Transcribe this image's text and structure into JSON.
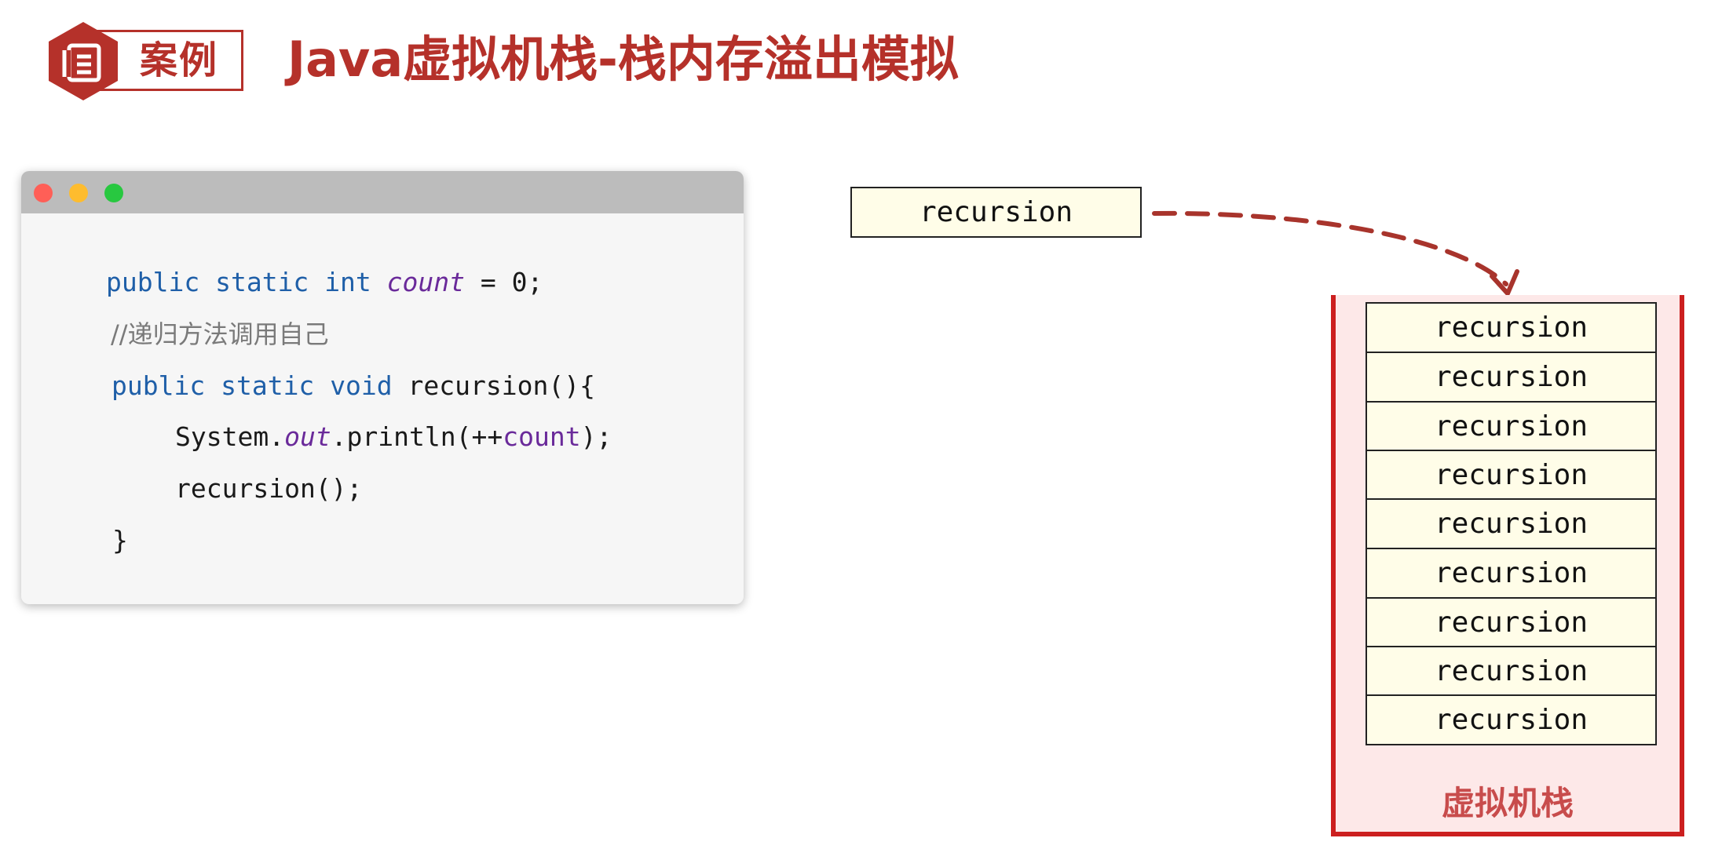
{
  "header": {
    "badge_label": "案例",
    "icon": "document-icon",
    "title": "Java虚拟机栈-栈内存溢出模拟"
  },
  "code": {
    "line1": {
      "kw1": "public",
      "kw2": "static",
      "kw3": "int",
      "var": "count",
      "rest": " = 0;"
    },
    "line2": {
      "comment": "//递归方法调用自己"
    },
    "line3": {
      "kw1": "public",
      "kw2": "static",
      "kw3": "void",
      "rest": " recursion(){"
    },
    "line4": {
      "pre": "System.",
      "field": "out",
      "mid": ".println(++",
      "var": "count",
      "post": ");"
    },
    "line5": {
      "text": "recursion();"
    },
    "line6": {
      "text": "}"
    }
  },
  "diagram": {
    "call_label": "recursion",
    "stack_frames": [
      "recursion",
      "recursion",
      "recursion",
      "recursion",
      "recursion",
      "recursion",
      "recursion",
      "recursion",
      "recursion"
    ],
    "stack_label": "虚拟机栈"
  },
  "colors": {
    "accent": "#b5312a",
    "stack_border": "#cc1f1f",
    "stack_fill": "#fde8e8",
    "frame_fill": "#fffde8",
    "keyword": "#1f5fa8",
    "field": "#6a2a9a"
  }
}
